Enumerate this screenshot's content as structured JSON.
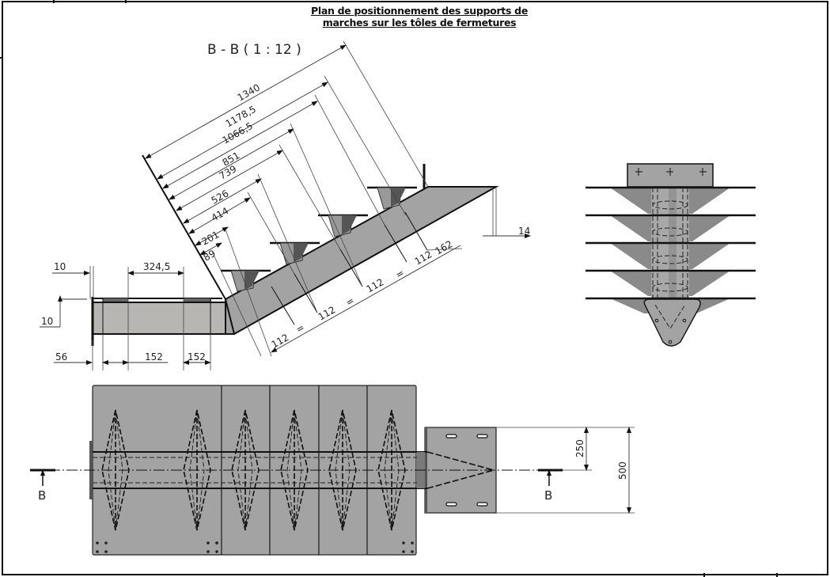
{
  "sheet": {
    "title_line1": "Plan de positionnement des supports de",
    "title_line2": "marches sur les tôles de fermetures"
  },
  "section_view": {
    "label": "B - B ( 1 : 12 )",
    "slope_dimensions": [
      "1340",
      "1178,5",
      "1066,5",
      "851",
      "739",
      "526",
      "414",
      "201",
      "89"
    ],
    "spacing_dimensions": [
      "112",
      "=",
      "112",
      "=",
      "112",
      "=",
      "112",
      "162"
    ],
    "right_offset": "14",
    "flat_dimensions": {
      "top_left_gap": "10",
      "top_span": "324,5",
      "side_height": "10",
      "bottom_left": "56",
      "bottom_mid": "152",
      "bottom_right": "152"
    }
  },
  "plan_view": {
    "section_marker_left": "B",
    "section_marker_right": "B",
    "dim_half_width": "250",
    "dim_full_width": "500"
  },
  "colors": {
    "plate_gray": "#a3a3a3",
    "plate_light": "#b8b6b3",
    "support_dark": "#5a5a5a",
    "stroke": "#111111"
  }
}
